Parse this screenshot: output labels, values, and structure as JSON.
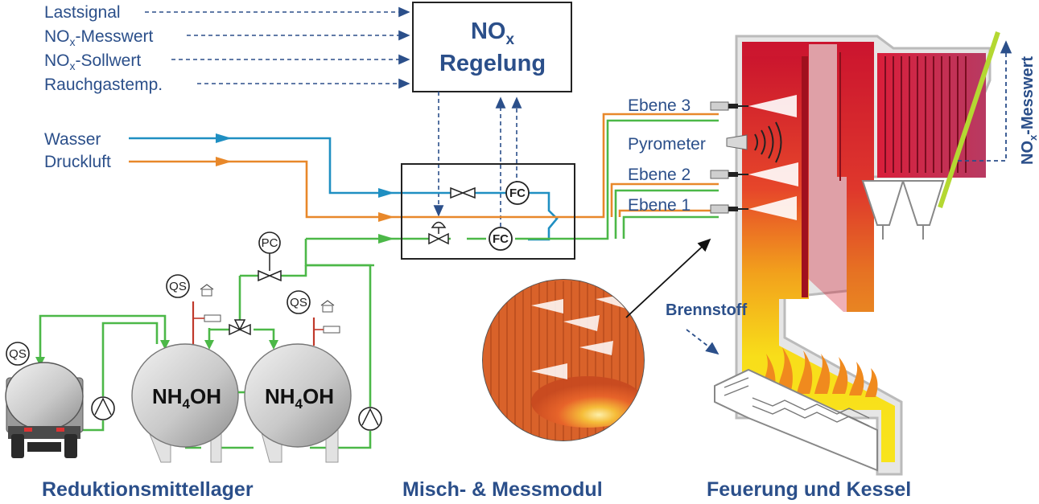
{
  "inputs": {
    "lastsignal": "Lastsignal",
    "nox_messwert_prefix": "NO",
    "nox_messwert_sub": "x",
    "nox_messwert_suffix": "-Messwert",
    "nox_sollwert_prefix": "NO",
    "nox_sollwert_sub": "x",
    "nox_sollwert_suffix": "-Sollwert",
    "rauchgastemp": "Rauchgastemp."
  },
  "controller": {
    "title_main": "NO",
    "title_sub": "x",
    "title_line2": "Regelung"
  },
  "feeds": {
    "wasser": "Wasser",
    "druckluft": "Druckluft"
  },
  "instruments": {
    "pc": "PC",
    "qs": "QS",
    "fc": "FC"
  },
  "tanks": {
    "tank_main": "NH",
    "tank_sub": "4",
    "tank_suffix": "OH"
  },
  "boiler": {
    "ebene3": "Ebene 3",
    "pyrometer": "Pyrometer",
    "ebene2": "Ebene 2",
    "ebene1": "Ebene 1",
    "brennstoff": "Brennstoff",
    "nox_measure_prefix": "NO",
    "nox_measure_sub": "x",
    "nox_measure_suffix": "-Messwert"
  },
  "sections": {
    "storage": "Reduktionsmittellager",
    "mixing": "Misch- & Messmodul",
    "boiler": "Feuerung und Kessel"
  },
  "colors": {
    "label_blue": "#2b4f8a",
    "water_line": "#1f8fc2",
    "air_line": "#e8882a",
    "reagent_line": "#4cb848",
    "boiler_red": "#d93030",
    "boiler_yellow": "#f6dc1a",
    "flame_orange": "#f08a1e",
    "probe_green": "#b4d832"
  }
}
